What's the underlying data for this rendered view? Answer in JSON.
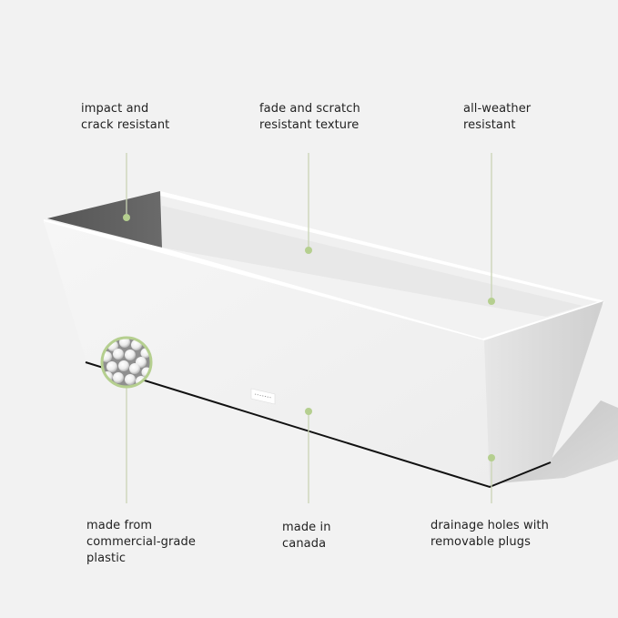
{
  "colors": {
    "background": "#f2f2f2",
    "text": "#222222",
    "accent_green": "#b5cf8f",
    "leader_line": "#c9d4b4",
    "planter_white": "#f4f4f4",
    "planter_interior_dark": "#5e5e5e",
    "planter_side_shade": "#dcdcdc",
    "edge_line": "#111111",
    "shadow": "#bdbdbd"
  },
  "product": {
    "type": "rectangular tapered window-box planter",
    "color_name": "white",
    "brand_badge_text": "VERANDA"
  },
  "callouts": {
    "top": [
      {
        "id": "impact",
        "label": "impact and\ncrack resistant"
      },
      {
        "id": "fade",
        "label": "fade and scratch\nresistant texture"
      },
      {
        "id": "weather",
        "label": "all-weather\nresistant"
      }
    ],
    "bottom": [
      {
        "id": "material",
        "label": "made from\ncommercial-grade\nplastic"
      },
      {
        "id": "origin",
        "label": "made in\ncanada"
      },
      {
        "id": "drainage",
        "label": "drainage holes with\nremovable plugs"
      }
    ]
  },
  "texture_inset": {
    "description": "magnified plastic pellets",
    "ring_color": "#b5cf8f"
  }
}
